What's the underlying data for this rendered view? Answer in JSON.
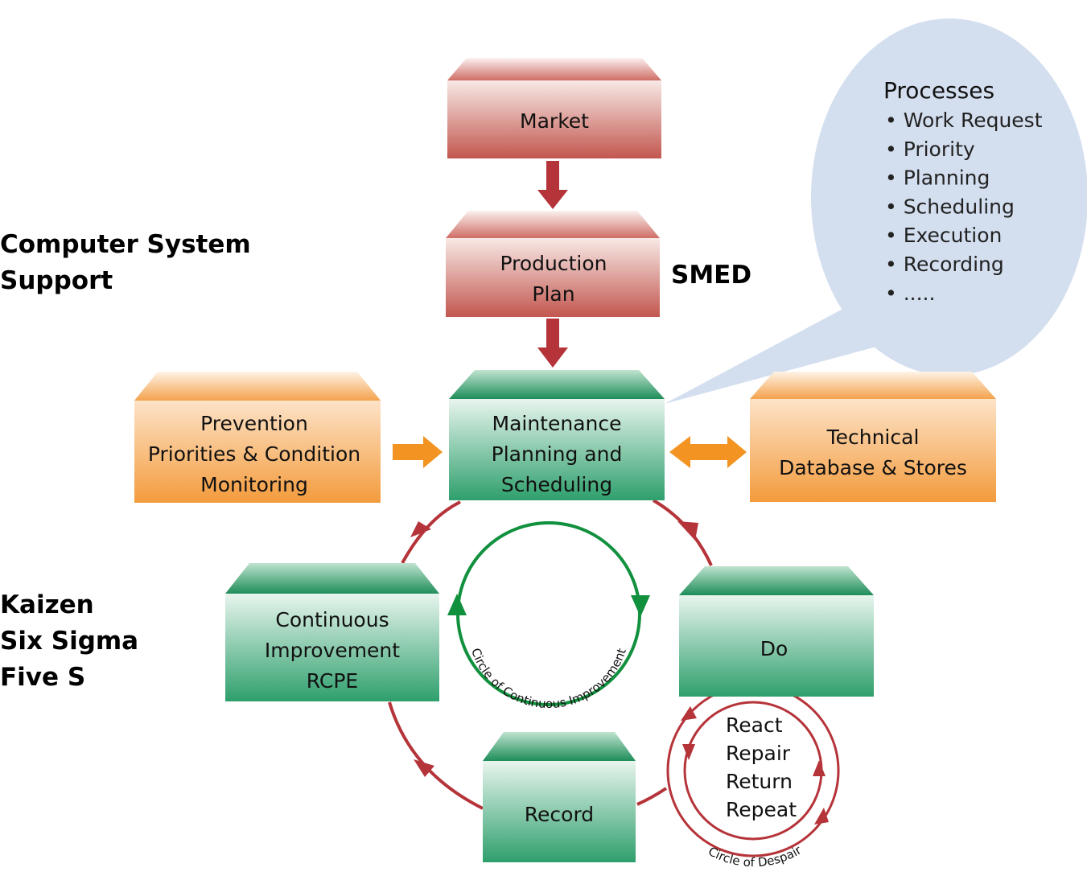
{
  "labels": {
    "computer_system_support": [
      "Computer System",
      "Support"
    ],
    "smed": "SMED",
    "improvement_methods": [
      "Kaizen",
      "Six Sigma",
      "Five S"
    ]
  },
  "nodes": {
    "market": [
      "Market"
    ],
    "production_plan": [
      "Production",
      "Plan"
    ],
    "maintenance_planning": [
      "Maintenance",
      "Planning and",
      "Scheduling"
    ],
    "prevention": [
      "Prevention",
      "Priorities & Condition",
      "Monitoring"
    ],
    "technical_database": [
      "Technical",
      "Database & Stores"
    ],
    "continuous_improvement": [
      "Continuous",
      "Improvement",
      "RCPE"
    ],
    "do": [
      "Do"
    ],
    "record": [
      "Record"
    ]
  },
  "processes_bubble": {
    "title": "Processes",
    "items": [
      "Work Request",
      "Priority",
      "Planning",
      "Scheduling",
      "Execution",
      "Recording",
      "....."
    ]
  },
  "circle_of_continuous_improvement": "Circle of Continuous Improvement",
  "circle_of_despair": {
    "caption": "Circle of Despair",
    "steps": [
      "React",
      "Repair",
      "Return",
      "Repeat"
    ]
  },
  "colors": {
    "red_box_top": "#f8e9e6",
    "red_box_bottom": "#c2574f",
    "green_box_top": "#e8f5ee",
    "green_box_bottom": "#2e9f6c",
    "orange_box_top": "#fde3c8",
    "orange_box_bottom": "#f39b3c",
    "red_arrow": "#b5343a",
    "orange_arrow": "#f39422",
    "green_circle": "#11903e",
    "bubble_fill": "#d3deef"
  }
}
